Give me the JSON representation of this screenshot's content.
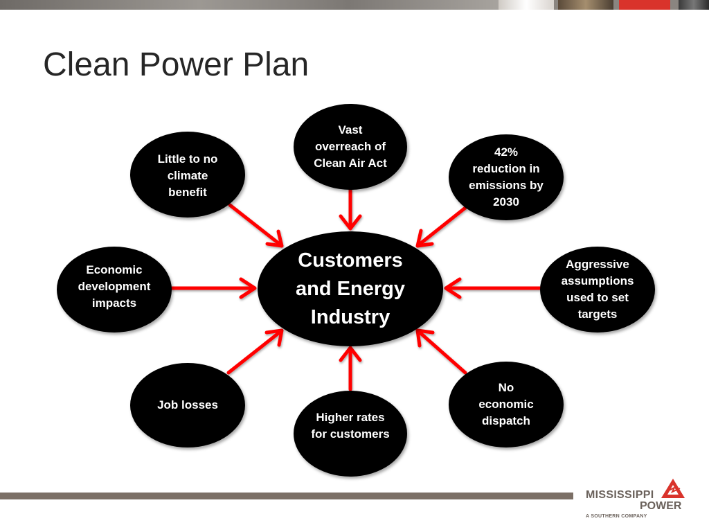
{
  "slide": {
    "title": "Clean Power Plan"
  },
  "diagram": {
    "center": {
      "lines": [
        "Customers",
        "and Energy",
        "Industry"
      ]
    },
    "nodes": {
      "top": {
        "lines": [
          "Vast",
          "overreach of",
          "Clean Air Act"
        ]
      },
      "top_left": {
        "lines": [
          "Little to no",
          "climate",
          "benefit"
        ]
      },
      "top_right": {
        "lines": [
          "42%",
          "reduction in",
          "emissions by",
          "2030"
        ]
      },
      "left": {
        "lines": [
          "Economic",
          "development",
          "impacts"
        ]
      },
      "right": {
        "lines": [
          "Aggressive",
          "assumptions",
          "used to set",
          "targets"
        ]
      },
      "bottom_left": {
        "lines": [
          "Job losses"
        ]
      },
      "bottom": {
        "lines": [
          "Higher rates",
          "for customers"
        ]
      },
      "bottom_right": {
        "lines": [
          "No",
          "economic",
          "dispatch"
        ]
      }
    },
    "colors": {
      "node": "#000000",
      "arrow": "#ff0000",
      "text": "#ffffff"
    }
  },
  "logo": {
    "line1": "MISSISSIPPI",
    "line2": "POWER",
    "line3": "A SOUTHERN COMPANY",
    "accent_color": "#d9332b"
  }
}
